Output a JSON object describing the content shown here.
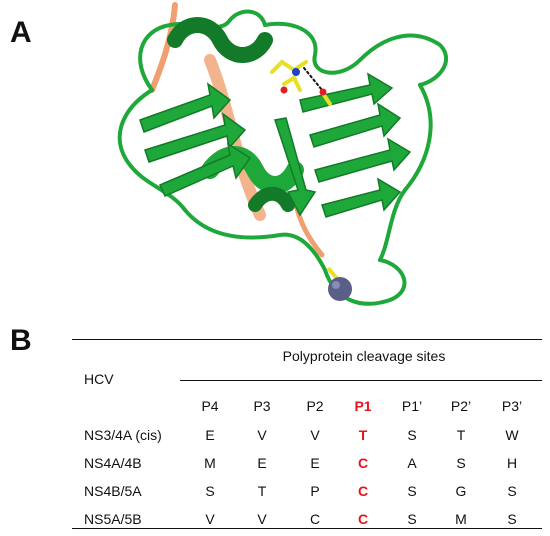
{
  "panel_a": {
    "label": "A"
  },
  "panel_b": {
    "label": "B",
    "group_header": "Polyprotein cleavage sites",
    "row_header": "HCV",
    "columns": [
      "P4",
      "P3",
      "P2",
      "P1",
      "P1’",
      "P2’",
      "P3’"
    ],
    "highlight_column": "P1",
    "highlight_color": "#e8141c",
    "rows": [
      {
        "name": "NS3/4A (cis)",
        "cells": [
          "E",
          "V",
          "V",
          "T",
          "S",
          "T",
          "W"
        ]
      },
      {
        "name": "NS4A/4B",
        "cells": [
          "M",
          "E",
          "E",
          "C",
          "A",
          "S",
          "H"
        ]
      },
      {
        "name": "NS4B/5A",
        "cells": [
          "S",
          "T",
          "P",
          "C",
          "S",
          "G",
          "S"
        ]
      },
      {
        "name": "NS5A/5B",
        "cells": [
          "V",
          "V",
          "C",
          "C",
          "S",
          "M",
          "S"
        ]
      }
    ]
  },
  "colors": {
    "ribbon": "#1fa83a",
    "ribbon_dark": "#127a28",
    "peptide": "#f0a070",
    "zinc": "#5a5f8a",
    "sidechain": "#e8e020"
  }
}
